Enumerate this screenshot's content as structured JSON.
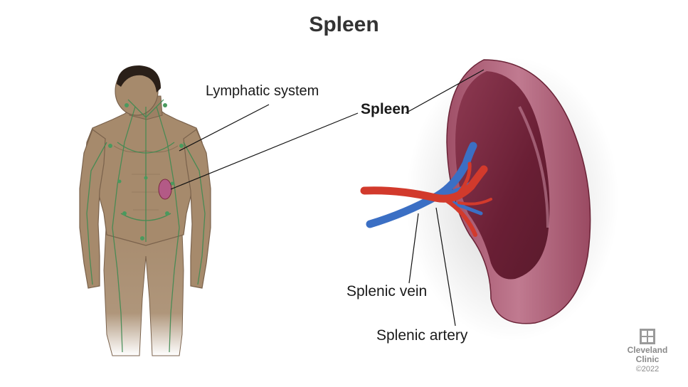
{
  "title": "Spleen",
  "labels": {
    "lymphatic_system": "Lymphatic system",
    "spleen": "Spleen",
    "splenic_vein": "Splenic vein",
    "splenic_artery": "Splenic artery"
  },
  "logo": {
    "line1": "Cleveland",
    "line2": "Clinic",
    "copyright": "©2022"
  },
  "colors": {
    "skin": "#a68a6c",
    "hair": "#2a1f18",
    "lymph": "#3f8a52",
    "spleen": "#7b2a40",
    "spleen_rim": "#b86a82",
    "vein": "#3b6fc4",
    "artery": "#d23a2c"
  }
}
